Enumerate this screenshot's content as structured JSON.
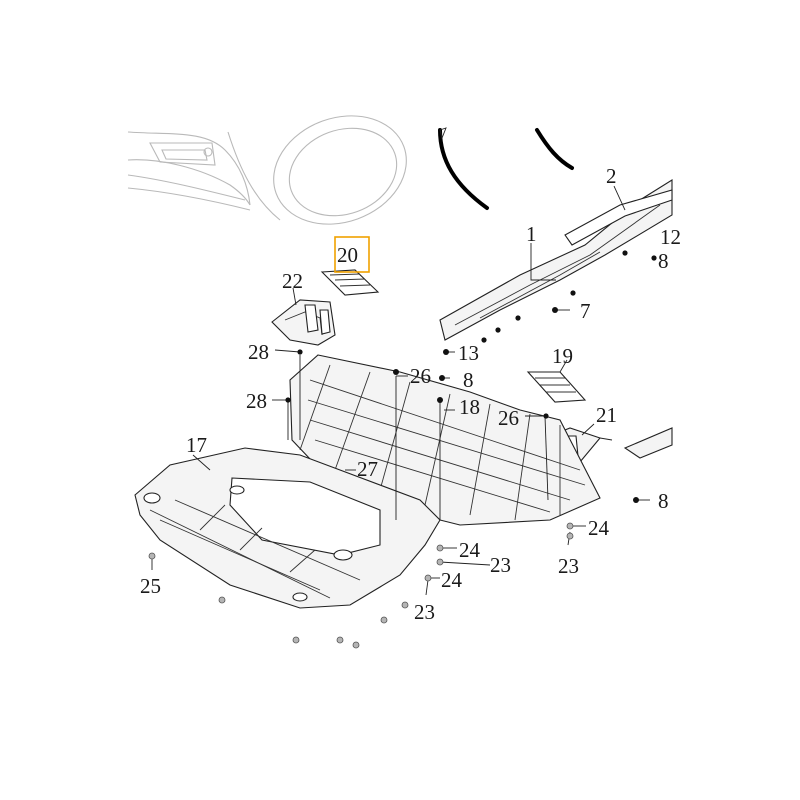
{
  "highlight": {
    "part": "20",
    "color": "#f0a100"
  },
  "callouts": [
    "1",
    "2",
    "7",
    "8",
    "8",
    "8",
    "12",
    "13",
    "17",
    "18",
    "19",
    "20",
    "21",
    "22",
    "23",
    "23",
    "23",
    "24",
    "24",
    "24",
    "25",
    "26",
    "26",
    "27",
    "28",
    "28"
  ]
}
